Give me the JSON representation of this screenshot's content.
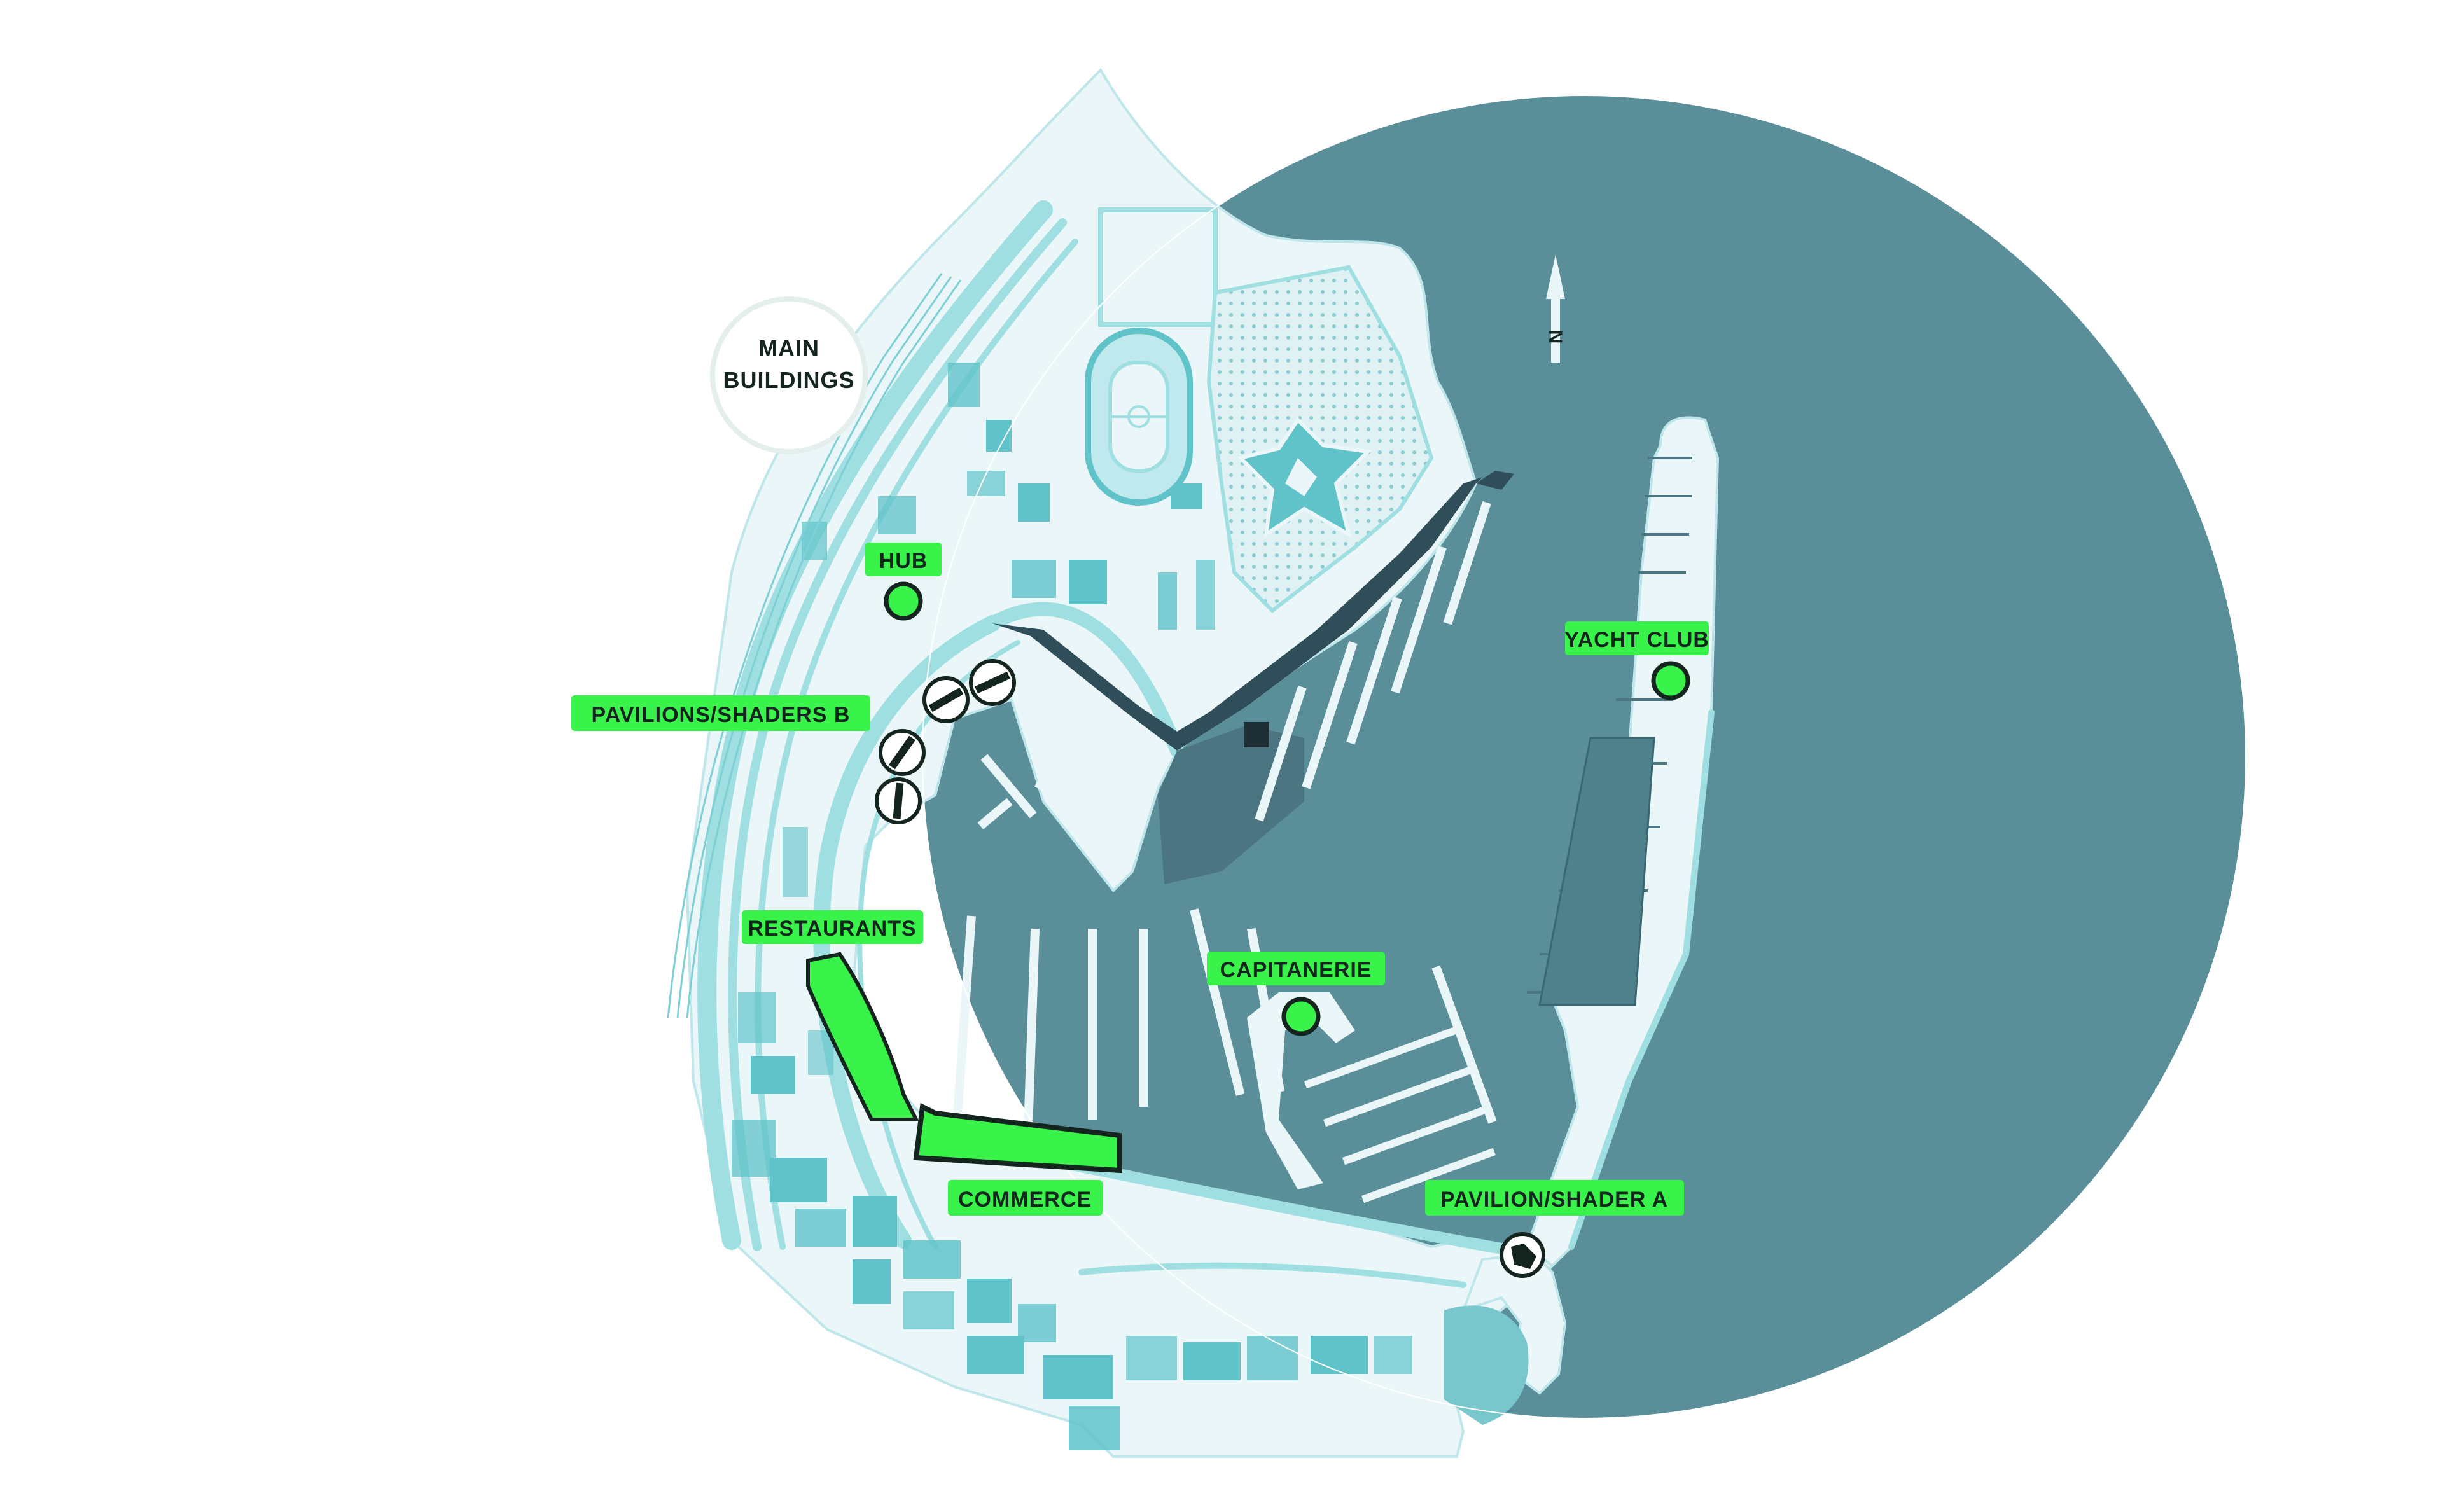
{
  "legend": {
    "line1": "MAIN",
    "line2": "BUILDINGS"
  },
  "labels": {
    "hub": "HUB",
    "yacht_club": "YACHT CLUB",
    "pavilions_b": "PAVILIONS/SHADERS B",
    "restaurants": "RESTAURANTS",
    "capitanerie": "CAPITANERIE",
    "commerce": "COMMERCE",
    "pavilion_a": "PAVILION/SHADER A"
  },
  "compass": {
    "letter": "N"
  },
  "colors": {
    "sea": "#5a8f9a",
    "land": "#eaf6f7",
    "road": "#9fdfe2",
    "building": "#5fc3c9",
    "highlight": "#39f24a",
    "marker_outline": "#14251f"
  }
}
